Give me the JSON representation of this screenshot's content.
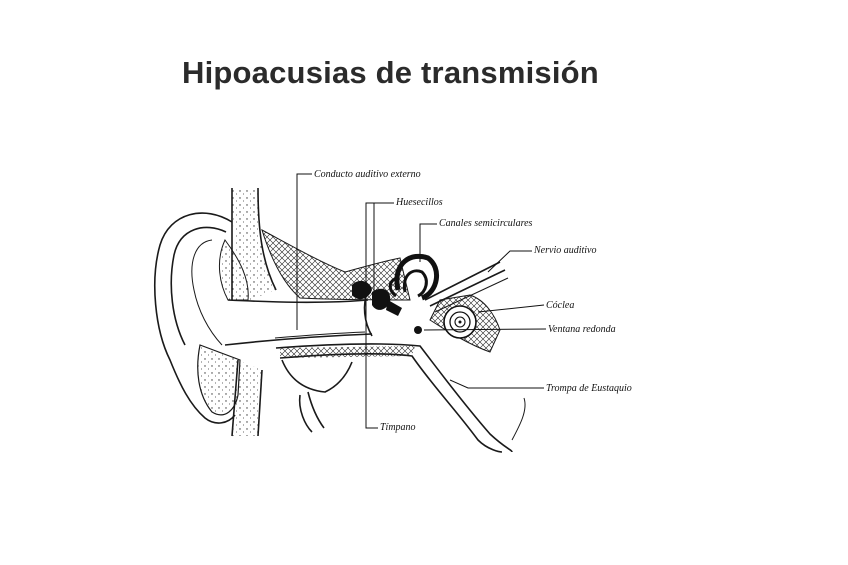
{
  "title": "Hipoacusias de transmisión",
  "diagram": {
    "labels": {
      "conducto": "Conducto auditivo externo",
      "huesecillos": "Huesecillos",
      "canales": "Canales semicirculares",
      "nervio": "Nervio auditivo",
      "coclea": "Cóclea",
      "ventana": "Ventana redonda",
      "trompa": "Trompa de Eustaquio",
      "timpano": "Tímpano"
    },
    "colors": {
      "ink": "#1a1a1a",
      "title": "#2b2b2b"
    }
  }
}
